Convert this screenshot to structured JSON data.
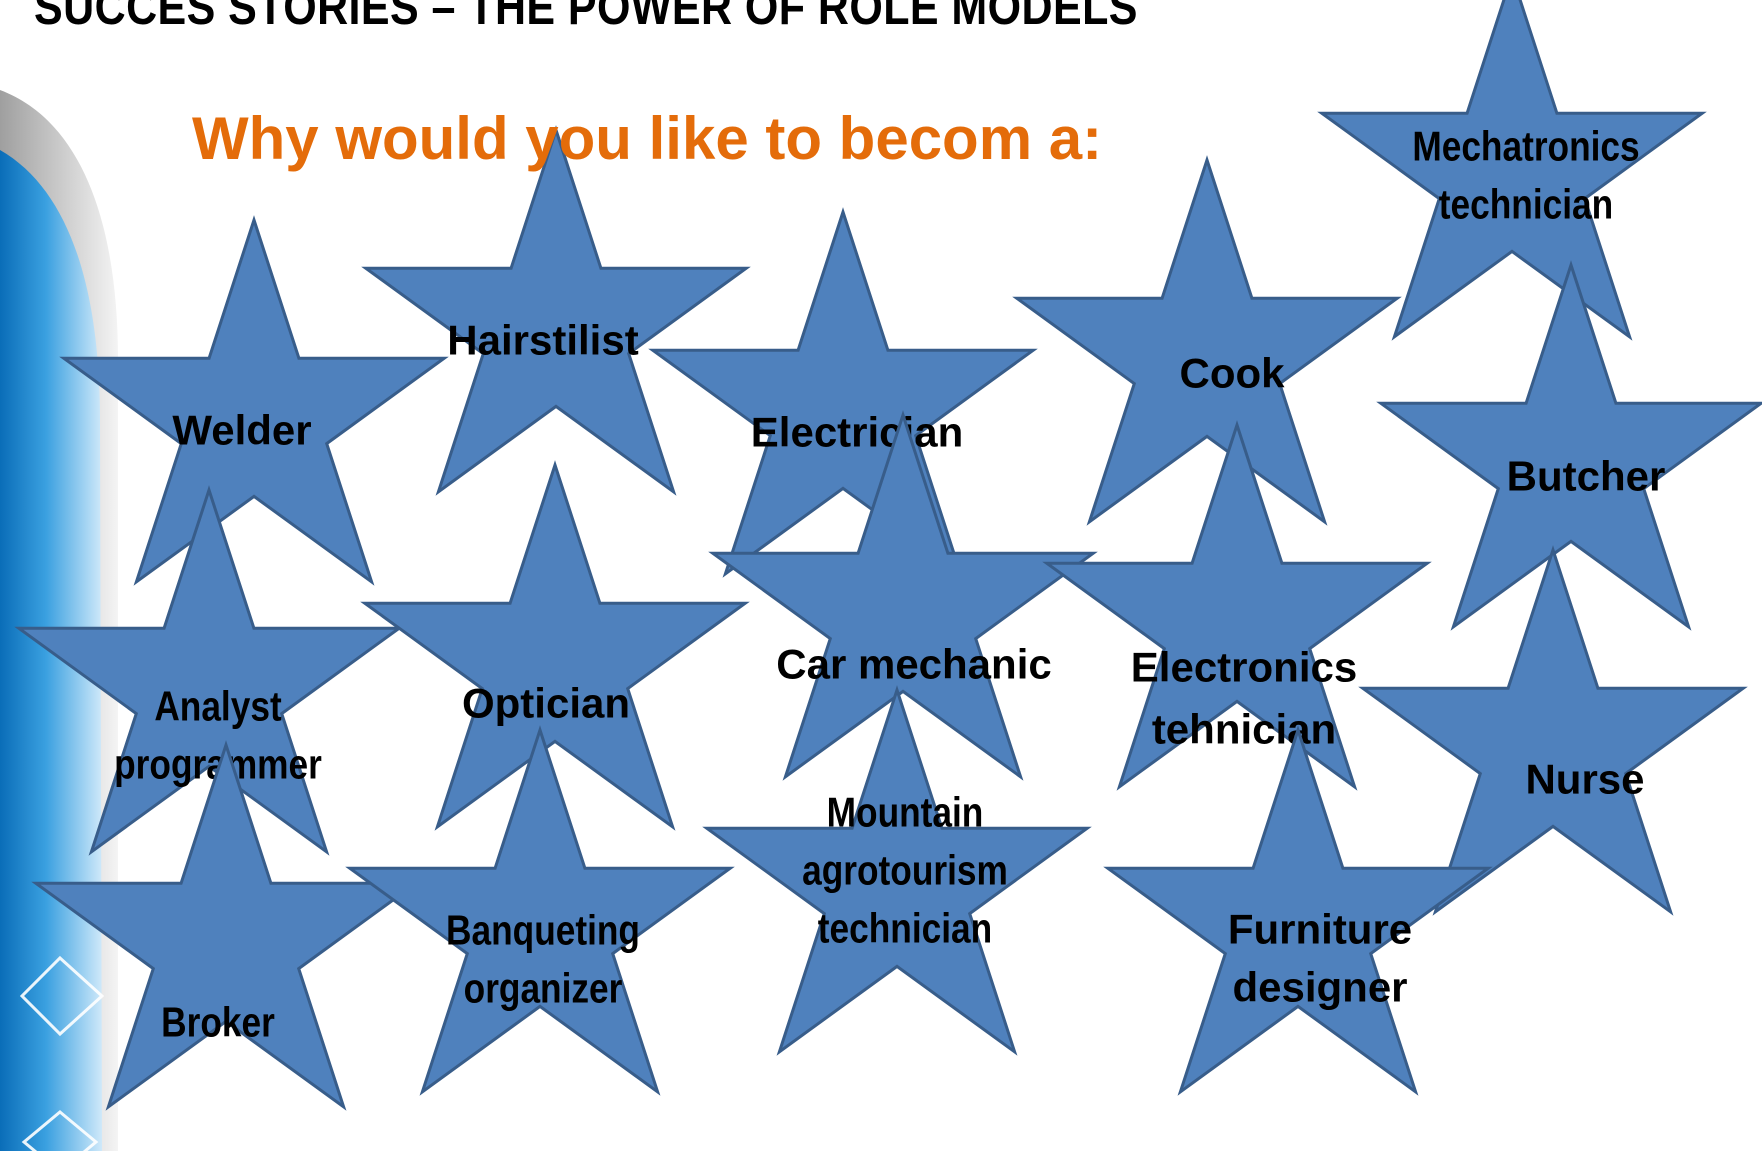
{
  "slide": {
    "title": "SUCCES STORIES – THE POWER OF ROLE MODELS",
    "subtitle": "Why would you like to becom a:",
    "colors": {
      "title": "#000000",
      "subtitle": "#E46C0A",
      "star_fill": "#4F81BD",
      "star_stroke": "#385D8A",
      "label": "#000000"
    }
  },
  "stars": [
    {
      "label": [
        "Mechatronics",
        "technician"
      ]
    },
    {
      "label": [
        "Hairstilist"
      ]
    },
    {
      "label": [
        "Welder"
      ]
    },
    {
      "label": [
        "Electrician"
      ]
    },
    {
      "label": [
        "Cook"
      ]
    },
    {
      "label": [
        "Butcher"
      ]
    },
    {
      "label": [
        "Analyst",
        "programmer"
      ]
    },
    {
      "label": [
        "Optician"
      ]
    },
    {
      "label": [
        "Car mechanic"
      ]
    },
    {
      "label": [
        "Electronics",
        "tehnician"
      ]
    },
    {
      "label": [
        "Nurse"
      ]
    },
    {
      "label": [
        "Broker"
      ]
    },
    {
      "label": [
        "Banqueting",
        "organizer"
      ]
    },
    {
      "label": [
        "Mountain",
        "agrotourism",
        "technician"
      ]
    },
    {
      "label": [
        "Furniture",
        "designer"
      ]
    }
  ]
}
